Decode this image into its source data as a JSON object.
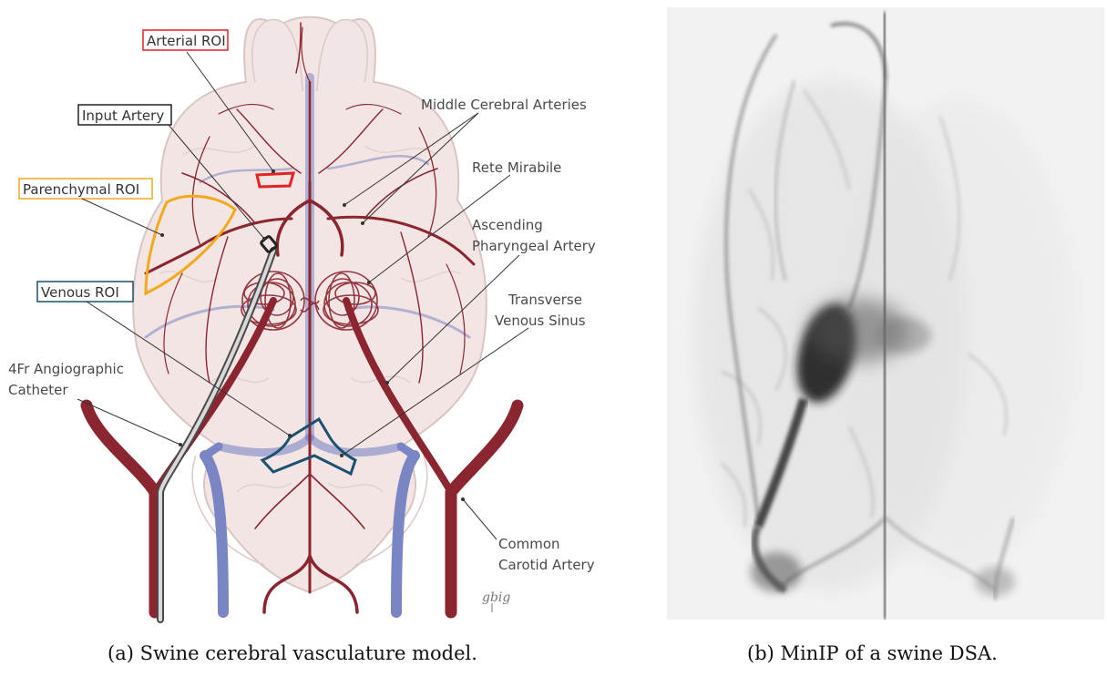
{
  "panel_a": {
    "roi_labels": {
      "arterial": "Arterial ROI",
      "input": "Input Artery",
      "parenchymal": "Parenchymal ROI",
      "venous": "Venous ROI"
    },
    "labels": {
      "mca": "Middle Cerebral Arteries",
      "rete": "Rete Mirabile",
      "apa_1": "Ascending",
      "apa_2": "Pharyngeal Artery",
      "tvs_1": "Transverse",
      "tvs_2": "Venous Sinus",
      "cath_1": "4Fr Angiographic",
      "cath_2": "Catheter",
      "cca_1": "Common",
      "cca_2": "Carotid Artery"
    },
    "signature": "gbig",
    "caption": "(a) Swine cerebral vasculature model."
  },
  "panel_b": {
    "caption": "(b) MinIP of a swine DSA."
  },
  "colors": {
    "artery": "#8b2530",
    "vein": "#7a86c4",
    "brain_fill": "#f3e4e2",
    "arterial_roi": "#e32222",
    "parenchymal_roi": "#f2a91b",
    "venous_roi": "#1a5070",
    "input_roi": "#222222",
    "catheter": "#d9d9d9"
  }
}
